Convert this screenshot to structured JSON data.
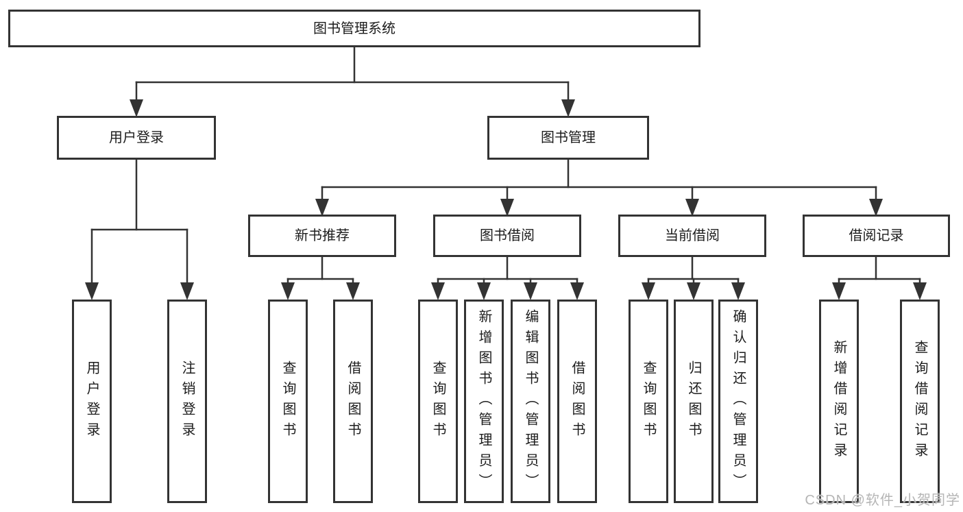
{
  "tree": {
    "root": {
      "label": "图书管理系统",
      "children": [
        {
          "label": "用户登录",
          "children": [
            {
              "label": "用户登录"
            },
            {
              "label": "注销登录"
            }
          ]
        },
        {
          "label": "图书管理",
          "children": [
            {
              "label": "新书推荐",
              "children": [
                {
                  "label": "查询图书"
                },
                {
                  "label": "借阅图书"
                }
              ]
            },
            {
              "label": "图书借阅",
              "children": [
                {
                  "label": "查询图书"
                },
                {
                  "label": "新增图书（管理员）"
                },
                {
                  "label": "编辑图书（管理员）"
                },
                {
                  "label": "借阅图书"
                }
              ]
            },
            {
              "label": "当前借阅",
              "children": [
                {
                  "label": "查询图书"
                },
                {
                  "label": "归还图书"
                },
                {
                  "label": "确认归还（管理员）"
                }
              ]
            },
            {
              "label": "借阅记录",
              "children": [
                {
                  "label": "新增借阅记录"
                },
                {
                  "label": "查询借阅记录"
                }
              ]
            }
          ]
        }
      ]
    }
  },
  "watermark": {
    "text": "CSDN @软件_小贺同学",
    "color": "#b5b5b5"
  },
  "colors": {
    "line": "#333333",
    "text": "#1c1c1c",
    "background": "#ffffff"
  }
}
